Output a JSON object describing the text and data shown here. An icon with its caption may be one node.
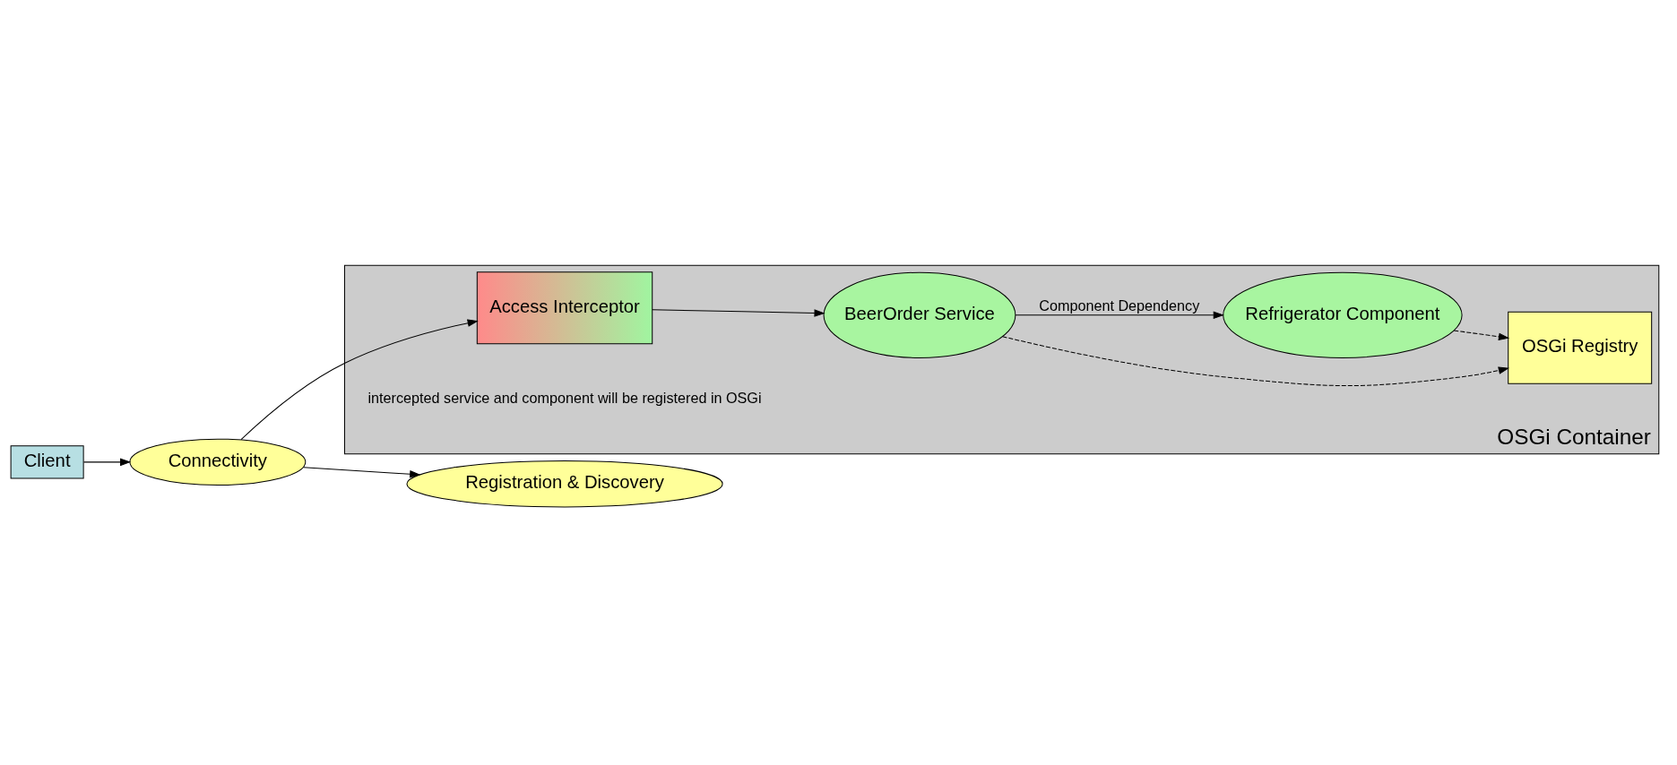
{
  "diagram": {
    "nodes": [
      {
        "text": [
          "OSGi Container"
        ]
      },
      {
        "text": [
          "Registration & Discovery"
        ]
      },
      {
        "text": [
          "Client"
        ]
      },
      {
        "text": [
          "Connectivity"
        ]
      },
      {
        "text": [
          "OSGi Registry"
        ],
        "in": 0
      },
      {
        "text": [
          "Access Interceptor"
        ],
        "in": 0
      },
      {
        "text": [
          "BeerOrder Service"
        ],
        "in": 0
      },
      {
        "text": [
          "Refrigerator Component"
        ],
        "in": 0
      }
    ],
    "edges": [
      {
        "from": 2,
        "to": 3,
        "arrow": "to"
      },
      {
        "from": 3,
        "to": 1,
        "arrow": "to"
      },
      {
        "from": 3,
        "to": 5,
        "arrow": "to"
      },
      {
        "from": 5,
        "to": 6,
        "arrow": "to"
      },
      {
        "from": 6,
        "to": 7,
        "arrow": "to",
        "label": "Component Dependency"
      },
      {
        "from": 6,
        "to": 4,
        "arrow": "to",
        "style": "dashed"
      },
      {
        "from": 7,
        "to": 4,
        "arrow": "to",
        "style": "dashed"
      }
    ],
    "labels": [
      "intercepted service and component will be registered in OSGi"
    ]
  }
}
